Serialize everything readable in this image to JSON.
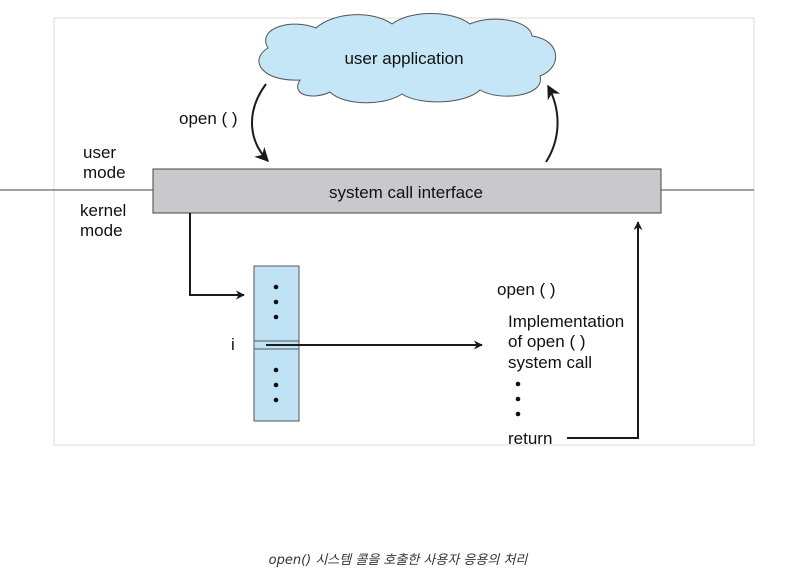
{
  "labels": {
    "user_application": "user application",
    "open_call": "open ( )",
    "user_mode_line1": "user",
    "user_mode_line2": "mode",
    "kernel_mode_line1": "kernel",
    "kernel_mode_line2": "mode",
    "system_call_interface": "system call interface",
    "index_i": "i",
    "open_impl_title": "open ( )",
    "impl_line1": "Implementation",
    "impl_line2": "of open ( )",
    "impl_line3": "system call",
    "return_label": "return"
  },
  "caption": "open() 시스템 콜을 호출한 사용자 응용의 처리",
  "colors": {
    "cloud_fill": "#c5e6f6",
    "interface_fill": "#c9c9cb",
    "table_fill": "#bfe3f4",
    "stroke": "#1a1a1a",
    "frame": "#dddddd"
  }
}
